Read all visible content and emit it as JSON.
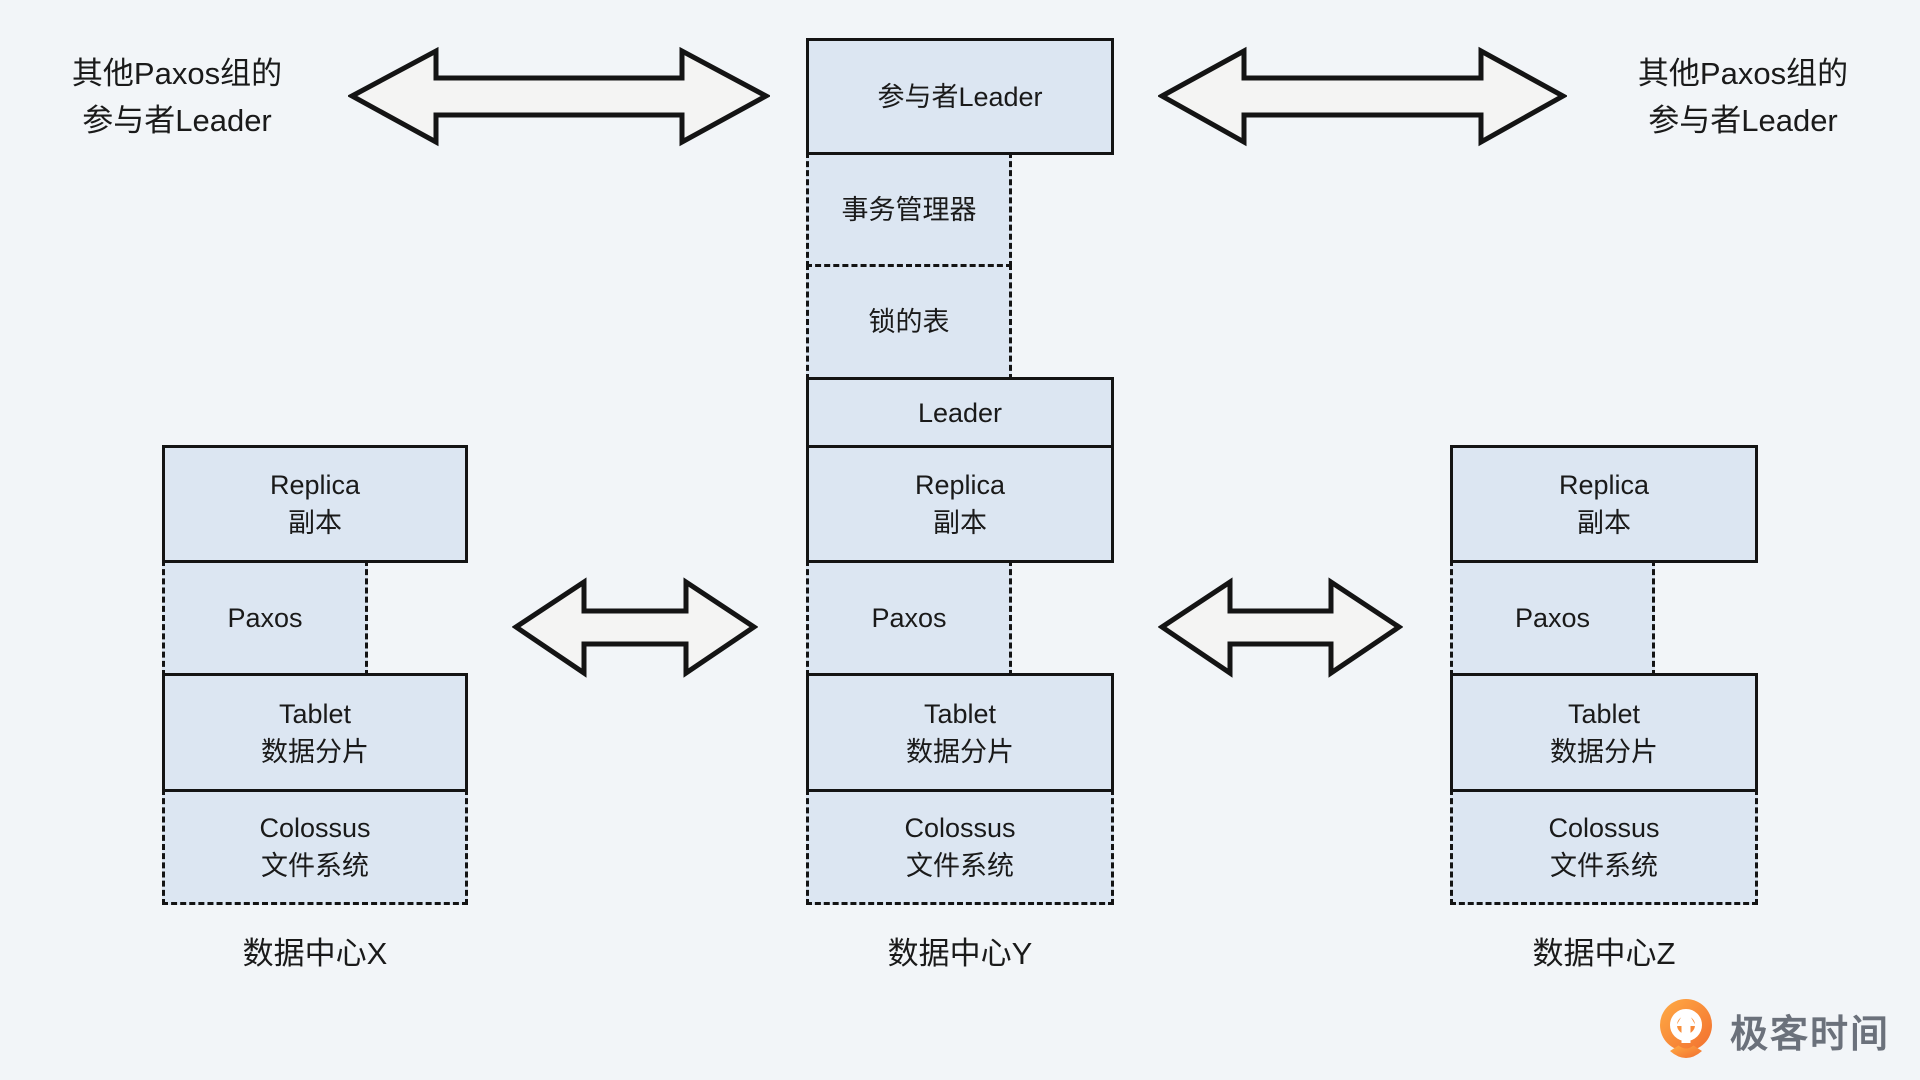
{
  "diagram": {
    "side_labels": {
      "left": {
        "line1": "其他Paxos组的",
        "line2": "参与者Leader"
      },
      "right": {
        "line1": "其他Paxos组的",
        "line2": "参与者Leader"
      }
    },
    "center_stack": {
      "participant_leader": "参与者Leader",
      "transaction_manager": "事务管理器",
      "lock_table": "锁的表",
      "leader": "Leader"
    },
    "columns": [
      {
        "caption": "数据中心X",
        "replica_en": "Replica",
        "replica_zh": "副本",
        "paxos": "Paxos",
        "tablet_en": "Tablet",
        "tablet_zh": "数据分片",
        "colossus_en": "Colossus",
        "colossus_zh": "文件系统"
      },
      {
        "caption": "数据中心Y",
        "replica_en": "Replica",
        "replica_zh": "副本",
        "paxos": "Paxos",
        "tablet_en": "Tablet",
        "tablet_zh": "数据分片",
        "colossus_en": "Colossus",
        "colossus_zh": "文件系统"
      },
      {
        "caption": "数据中心Z",
        "replica_en": "Replica",
        "replica_zh": "副本",
        "paxos": "Paxos",
        "tablet_en": "Tablet",
        "tablet_zh": "数据分片",
        "colossus_en": "Colossus",
        "colossus_zh": "文件系统"
      }
    ]
  },
  "watermark": {
    "text": "极客时间"
  },
  "colors": {
    "background": "#f2f5f8",
    "box_fill": "#dce6f2",
    "box_border": "#141414",
    "arrow_fill": "#f4f4f3",
    "logo_orange_light": "#ffab45",
    "logo_orange_dark": "#f26f2f",
    "logo_text_gray": "#6b717b"
  }
}
